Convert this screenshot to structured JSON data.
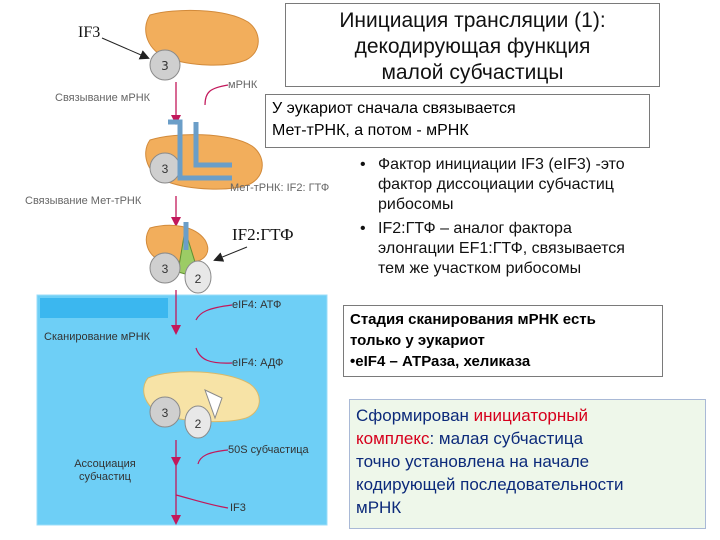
{
  "title": {
    "line1": "Инициация трансляции (1):",
    "line2": "декодирующая функция",
    "line3": "малой субчастицы"
  },
  "eukaryote_note": {
    "line1": "У эукариот сначала связывается",
    "line2": "Мет-тРНК, а потом - мРНК"
  },
  "factors": {
    "item1": {
      "bullet": "•",
      "line1": "Фактор инициации IF3 (eIF3) -это",
      "line2": "фактор диссоциации субчастиц",
      "line3": "рибосомы"
    },
    "item2": {
      "bullet": "•",
      "line1": "IF2:ГТФ – аналог фактора",
      "line2": "элонгации EF1:ГТФ, связывается",
      "line3": "тем же участком рибосомы"
    }
  },
  "scanning_note": {
    "line1": "Стадия сканирования мРНК есть",
    "line2": "только у эукариот",
    "line3_bullet": "•",
    "line3_rest": "eIF4 – АТРаза, хеликаза"
  },
  "complex_note": {
    "p1": "Сформирован ",
    "p1_red": "инициаторный",
    "p2_red": "комплекс",
    "p2": ": малая субчастица",
    "line3": "точно установлена на начале",
    "line4": "кодирующей последовательности",
    "line5": "мРНК"
  },
  "diagram": {
    "if3_label": "IF3",
    "if2_gtp_label": "IF2:ГТФ",
    "subunit_3": "3",
    "subunit_2": "2",
    "mrna_label": "мРНК",
    "mrna_binding": "Связывание мРНК",
    "met_trna_label": "Мет-тРНК: IF2: ГТФ",
    "met_trna_binding": "Связывание Мет-тРНК",
    "eif4_atp": "eIF4: АТФ",
    "mrna_scanning": "Сканирование мРНК",
    "eif4_adp": "eIF4: АДФ",
    "subunit_50s": "50S субчастица",
    "association_line1": "Ассоциация",
    "association_line2": "субчастиц",
    "if3_release": "IF3"
  },
  "colors": {
    "ribosome_orange": "#f2ae5c",
    "small_subunit_gray": "#cfcfcf",
    "mrna_blue": "#6b9ec8",
    "arrow_pink": "#c2185b",
    "scanning_bg": "#6ecff6",
    "if2_green": "#9ccc65",
    "highlight_red": "#d6001c",
    "highlight_text": "#0c2a7a"
  }
}
